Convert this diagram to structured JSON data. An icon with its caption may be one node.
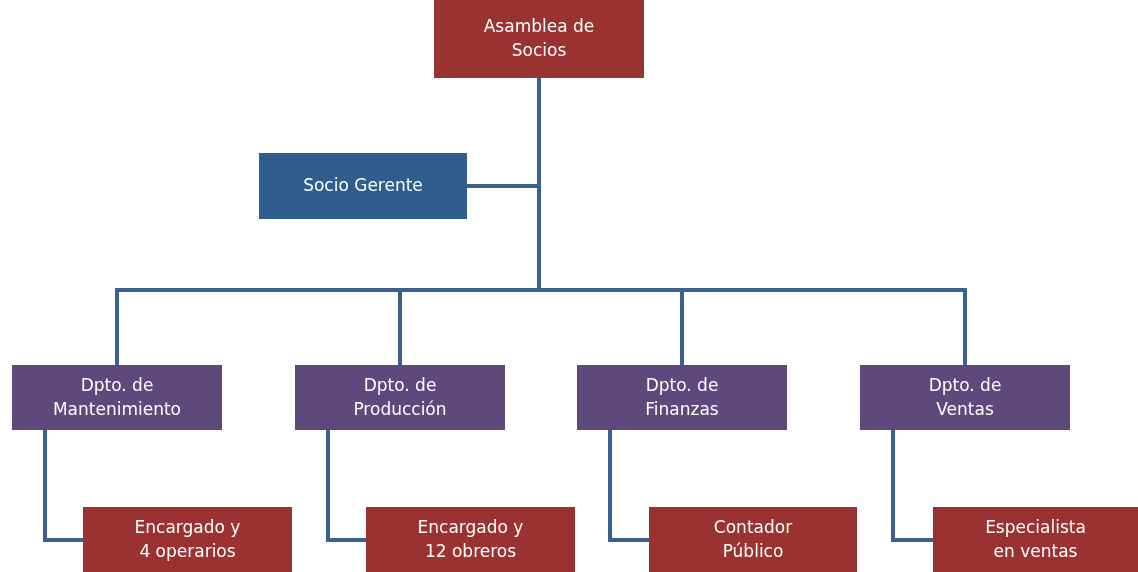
{
  "diagram": {
    "nodes": [
      {
        "text": [
          "Asamblea de Socios"
        ]
      },
      {
        "text": [
          "Socio Gerente"
        ]
      },
      {
        "text": [
          "Dpto. de Mantenimiento"
        ]
      },
      {
        "text": [
          "Dpto. de Producción"
        ]
      },
      {
        "text": [
          "Dpto. de Finanzas"
        ]
      },
      {
        "text": [
          "Dpto. de Ventas"
        ]
      },
      {
        "text": [
          "Encargado y 4 operarios"
        ]
      },
      {
        "text": [
          "Encargado y 12 obreros"
        ]
      },
      {
        "text": [
          "Contador Público"
        ]
      },
      {
        "text": [
          "Especialista en ventas"
        ]
      }
    ],
    "edges": [
      {
        "from": 0,
        "to": 1,
        "arrow": "none"
      },
      {
        "from": 0,
        "to": 2,
        "arrow": "none"
      },
      {
        "from": 0,
        "to": 3,
        "arrow": "none"
      },
      {
        "from": 0,
        "to": 4,
        "arrow": "none"
      },
      {
        "from": 0,
        "to": 5,
        "arrow": "none"
      },
      {
        "from": 2,
        "to": 6,
        "arrow": "none"
      },
      {
        "from": 3,
        "to": 7,
        "arrow": "none"
      },
      {
        "from": 4,
        "to": 8,
        "arrow": "none"
      },
      {
        "from": 5,
        "to": 9,
        "arrow": "none"
      }
    ]
  }
}
